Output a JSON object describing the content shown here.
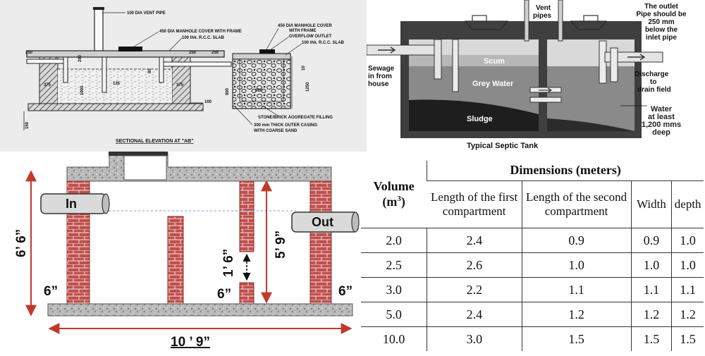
{
  "sectional": {
    "vent_pipe": "100 DIA VENT PIPE",
    "manhole_cover_1": "450 DIA MANHOLE COVER WITH FRAME",
    "rcc_slab_1": "100 thk. R.C.C. SLAB",
    "manhole_cover_2": "450 DIA MANHOLE COVER",
    "manhole_cover_2b": "WITH FRAME",
    "overflow": "OVERFLOW OUTLET",
    "rcc_slab_2": "100 thk. R.C.C. SLAB",
    "dim_250_left": "250",
    "dim_250_mid": "250",
    "dim_250_right": "250",
    "dim_200": "200",
    "dim_100": "100",
    "dim_150": "150",
    "dim_375_left": "375",
    "dim_375_right": "375",
    "dim_125": "125",
    "dim_1000": "1000",
    "dim_1250": "1250",
    "dim_900": "900",
    "dim_960": "960",
    "dim_80": "80",
    "dim_10": "10",
    "filling": "STONE/BRICK AGGREGATE FILLING",
    "casing_1": "300 mm THICK OUTER CASING",
    "casing_2": "WITH COARSE SAND",
    "caption": "SECTIONAL ELEVATION AT \"AB\""
  },
  "septic": {
    "vent_1": "Vent",
    "vent_2": "pipes",
    "outlet_1": "The outlet",
    "outlet_2": "Pipe should be",
    "outlet_3": "250 mm",
    "outlet_4": "below the",
    "outlet_5": "inlet pipe",
    "sewage_1": "Sewage",
    "sewage_2": "in from",
    "sewage_3": "house",
    "scum": "Scum",
    "grey": "Grey Water",
    "sludge": "Sludge",
    "discharge_1": "Discharge",
    "discharge_2": "to",
    "discharge_3": "drain field",
    "water_1": "Water",
    "water_2": "at least",
    "water_3": "1,200 mms",
    "water_4": "deep",
    "caption": "Typical Septic Tank"
  },
  "elevation": {
    "in": "In",
    "out": "Out",
    "height": "6’ 6”",
    "inner_height": "5’ 9”",
    "gap": "1’ 6”",
    "wall_left": "6”",
    "wall_right": "6”",
    "wall_mid": "6”",
    "length": "10 ’ 9”"
  },
  "table": {
    "group_header": "Dimensions (meters)",
    "volume_header": "Volume (m",
    "volume_sup": "3",
    "volume_close": ")",
    "columns": [
      "Length of the first compartment",
      "Length of the second compartment",
      "Width",
      "depth"
    ],
    "rows": [
      [
        "2.0",
        "2.4",
        "0.9",
        "0.9",
        "1.0"
      ],
      [
        "2.5",
        "2.6",
        "1.0",
        "1.0",
        "1.0"
      ],
      [
        "3.0",
        "2.2",
        "1.1",
        "1.1",
        "1.1"
      ],
      [
        "5.0",
        "2.4",
        "1.2",
        "1.2",
        "1.2"
      ],
      [
        "10.0",
        "3.0",
        "1.5",
        "1.5",
        "1.5"
      ]
    ]
  },
  "colors": {
    "brick": "#c0504d",
    "concrete": "#b9b9b9",
    "tank_dark": "#3f3f3f",
    "grey_water": "#8a8a8a",
    "sludge": "#1e1e1e",
    "arrow_red": "#c0392b"
  }
}
